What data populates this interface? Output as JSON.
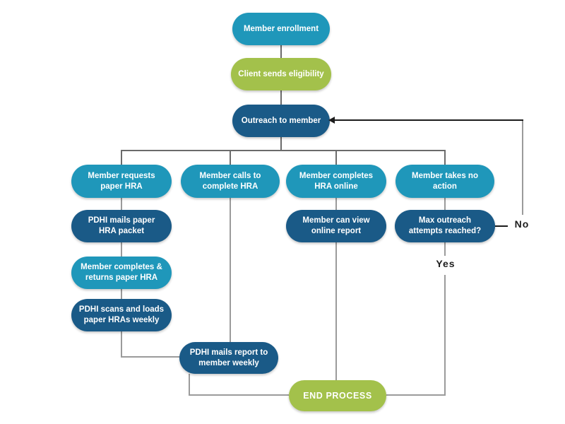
{
  "palette": {
    "teal": "#1f97ba",
    "green": "#a3c14b",
    "dark_blue": "#1a5a87",
    "connector": "#9b9b9b",
    "connector_dark": "#6b6b6b",
    "connector_black": "#1c1c1c",
    "node_text": "#ffffff",
    "edge_label_text": "#1d1d1d",
    "background": "#ffffff"
  },
  "nodes": {
    "enrollment": {
      "label": "Member enrollment",
      "color": "teal"
    },
    "eligibility": {
      "label": "Client sends eligibility",
      "color": "green"
    },
    "outreach": {
      "label": "Outreach to member",
      "color": "dark_blue"
    },
    "requests_paper": {
      "label": "Member requests\npaper HRA",
      "color": "teal"
    },
    "calls_complete": {
      "label": "Member calls to\ncomplete HRA",
      "color": "teal"
    },
    "completes_online": {
      "label": "Member completes\nHRA online",
      "color": "teal"
    },
    "no_action": {
      "label": "Member takes no\naction",
      "color": "teal"
    },
    "mails_packet": {
      "label": "PDHI mails paper\nHRA packet",
      "color": "dark_blue"
    },
    "can_view": {
      "label": "Member can view\nonline report",
      "color": "dark_blue"
    },
    "max_outreach": {
      "label": "Max outreach\nattempts reached?",
      "color": "dark_blue"
    },
    "completes_returns": {
      "label": "Member completes &\nreturns paper HRA",
      "color": "teal"
    },
    "scans_loads": {
      "label": "PDHI scans and loads\npaper HRAs weekly",
      "color": "dark_blue"
    },
    "mails_report": {
      "label": "PDHI mails report to\nmember weekly",
      "color": "dark_blue"
    },
    "end_process": {
      "label": "END PROCESS",
      "color": "green"
    }
  },
  "edge_labels": {
    "no": "No",
    "yes": "Yes"
  }
}
